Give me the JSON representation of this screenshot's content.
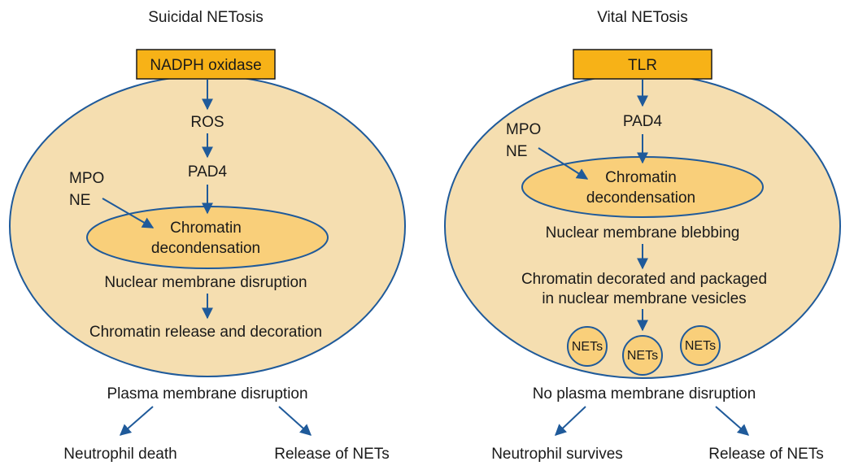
{
  "left": {
    "title": "Suicidal NETosis",
    "trigger": "NADPH oxidase",
    "ros": "ROS",
    "pad4": "PAD4",
    "mpo": "MPO",
    "ne": "NE",
    "chromatin_line1": "Chromatin",
    "chromatin_line2": "decondensation",
    "nuclear": "Nuclear membrane disruption",
    "release": "Chromatin release and decoration",
    "plasma": "Plasma membrane disruption",
    "outcome_left": "Neutrophil death",
    "outcome_right": "Release of NETs"
  },
  "right": {
    "title": "Vital NETosis",
    "trigger": "TLR",
    "pad4": "PAD4",
    "mpo": "MPO",
    "ne": "NE",
    "chromatin_line1": "Chromatin",
    "chromatin_line2": "decondensation",
    "blebbing": "Nuclear membrane blebbing",
    "packaged_line1": "Chromatin decorated and packaged",
    "packaged_line2": "in nuclear membrane vesicles",
    "nets1": "NETs",
    "nets2": "NETs",
    "nets3": "NETs",
    "plasma": "No plasma membrane disruption",
    "outcome_left": "Neutrophil survives",
    "outcome_right": "Release of NETs"
  },
  "colors": {
    "cell_fill": "#f5deb0",
    "nucleus_fill": "#f9cf7a",
    "trigger_fill": "#f7b217",
    "outline": "#1f5a9a",
    "arrow": "#1f5a9a"
  }
}
